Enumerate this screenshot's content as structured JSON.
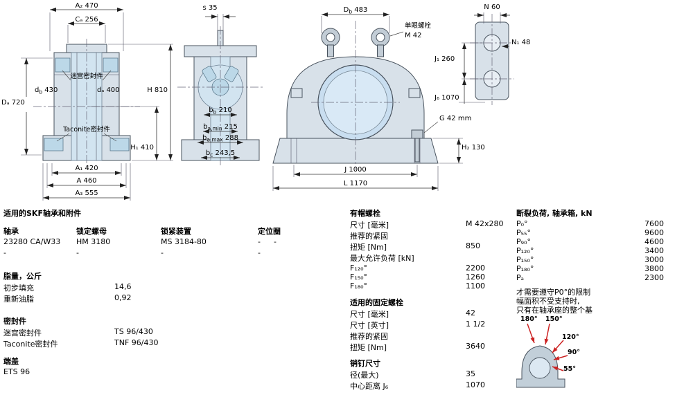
{
  "colors": {
    "drawing_fill": "#d8e1e9",
    "seal_fill": "#bcd8e8",
    "bore_fill": "#d2e4f0",
    "arrow_red": "#cc2222"
  },
  "d": {
    "left": {
      "a2": "A₂ 470",
      "ca": "Cₐ 256",
      "labyrinth": "迷宫密封件",
      "db": {
        "pre": "d",
        "sub": "b",
        "val": " 430"
      },
      "da": "dₐ 400",
      "Da": "Dₐ 720",
      "taconite": "Taconite密封件",
      "h": "H 810",
      "h1": "H₁ 410",
      "a1": "A₁ 420",
      "a": "A 460",
      "a3": "A₃ 555"
    },
    "mid": {
      "s": "s 35",
      "bb": {
        "pre": "b",
        "sub": "b",
        "val": " 210"
      },
      "bamin": {
        "pre": "b",
        "sub": "a,min",
        "val": " 215"
      },
      "bamax": {
        "pre": "b",
        "sub": "a,max",
        "val": " 288"
      },
      "bc": {
        "pre": "b",
        "sub": "c",
        "val": " 243,5"
      }
    },
    "front": {
      "db": {
        "pre": "D",
        "sub": "b",
        "val": " 483"
      },
      "eyebolt1": "单眼螺栓",
      "eyebolt2": "M 42",
      "g": "G 42 mm",
      "h2": "H₂ 130",
      "j": "J 1000",
      "l": "L 1170"
    },
    "top": {
      "n": "N 60",
      "n1": "N₁ 48",
      "j1": "J₁ 260",
      "j6": "J₆ 1070"
    },
    "angles": {
      "a180": "180°",
      "a150": "150°",
      "a120": "120°",
      "a90": "90°",
      "a55": "55°"
    }
  },
  "specs": {
    "bearing": {
      "title": "适用的SKF轴承和附件",
      "h1": "轴承",
      "h2": "锁定螺母",
      "h3": "锁紧装置",
      "h4": "定位圈",
      "r1": [
        "23280 CA/W33",
        "HM 3180",
        "MS 3184-80",
        "-",
        "-"
      ],
      "r2": [
        "-",
        "-",
        "-",
        "-"
      ]
    },
    "grease": {
      "title": "脂量，公斤",
      "rows": [
        {
          "label": "初步填充",
          "value": "14,6"
        },
        {
          "label": "重新油脂",
          "value": "0,92"
        }
      ]
    },
    "seals": {
      "title": "密封件",
      "rows": [
        {
          "label": "迷宫密封件",
          "value": "TS 96/430"
        },
        {
          "label": "Taconite密封件",
          "value": "TNF 96/430"
        }
      ]
    },
    "end_cover": {
      "title": "端盖",
      "value": "ETS 96"
    },
    "cap_bolts": {
      "title": "有帽螺栓",
      "rows": [
        {
          "label": "尺寸 [毫米]",
          "value": "M 42x280"
        },
        {
          "label": "推荐的紧固",
          "value": ""
        },
        {
          "label": "扭矩 [Nm]",
          "value": "850"
        },
        {
          "label": "最大允许负荷 [kN]",
          "value": ""
        },
        {
          "label": "F₁₂₀°",
          "value": "2200"
        },
        {
          "label": "F₁₅₀°",
          "value": "1260"
        },
        {
          "label": "F₁₈₀°",
          "value": "1100"
        }
      ]
    },
    "attachment_bolts": {
      "title": "适用的固定螺栓",
      "rows": [
        {
          "label": "尺寸 [毫米]",
          "value": "42"
        },
        {
          "label": "尺寸 [英寸]",
          "value": "1 1/2"
        },
        {
          "label": "推荐的紧固",
          "value": ""
        },
        {
          "label": "扭矩 [Nm]",
          "value": "3640"
        }
      ]
    },
    "pins": {
      "title": "销钉尺寸",
      "rows": [
        {
          "label": "径(最大)",
          "value": "35"
        },
        {
          "label": "中心距离 J₆",
          "value": "1070"
        }
      ]
    },
    "breaking": {
      "title": "断裂负荷, 轴承箱, kN",
      "rows": [
        {
          "label": "P₀°",
          "value": "7600"
        },
        {
          "label": "P₅₅°",
          "value": "9600"
        },
        {
          "label": "P₉₀°",
          "value": "4600"
        },
        {
          "label": "P₁₂₀°",
          "value": "3400"
        },
        {
          "label": "P₁₅₀°",
          "value": "3000"
        },
        {
          "label": "P₁₈₀°",
          "value": "3800"
        },
        {
          "label": "Pₐ",
          "value": "2300"
        }
      ],
      "notes": [
        "才需要遵守P0°的限制",
        "幅面积不受支持时,",
        "只有在轴承座的整个基"
      ]
    }
  }
}
